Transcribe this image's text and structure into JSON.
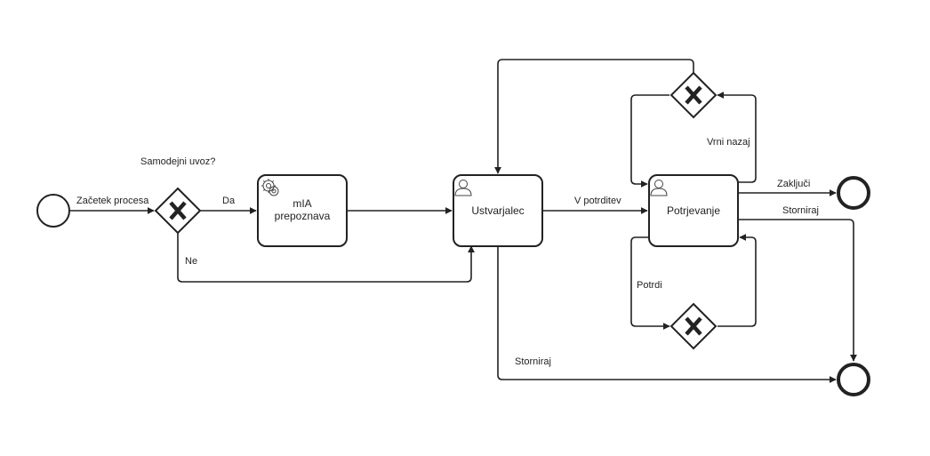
{
  "diagram": {
    "start_label": "Začetek procesa",
    "gateway_question": "Samodejni uvoz?",
    "yes_label": "Da",
    "no_label": "Ne",
    "task_recognition_line1": "mIA",
    "task_recognition_line2": "prepoznava",
    "task_creator": "Ustvarjalec",
    "to_confirm_label": "V potrditev",
    "task_confirmation": "Potrjevanje",
    "return_label": "Vrni nazaj",
    "confirm_label": "Potrdi",
    "finish_label": "Zaključi",
    "cancel_label_right": "Storniraj",
    "cancel_label_bottom": "Storniraj"
  },
  "colors": {
    "stroke": "#222222",
    "background": "#ffffff"
  },
  "icons": {
    "service_task": "gears-icon",
    "user_task": "user-icon",
    "exclusive_gateway": "x-gateway-icon"
  }
}
